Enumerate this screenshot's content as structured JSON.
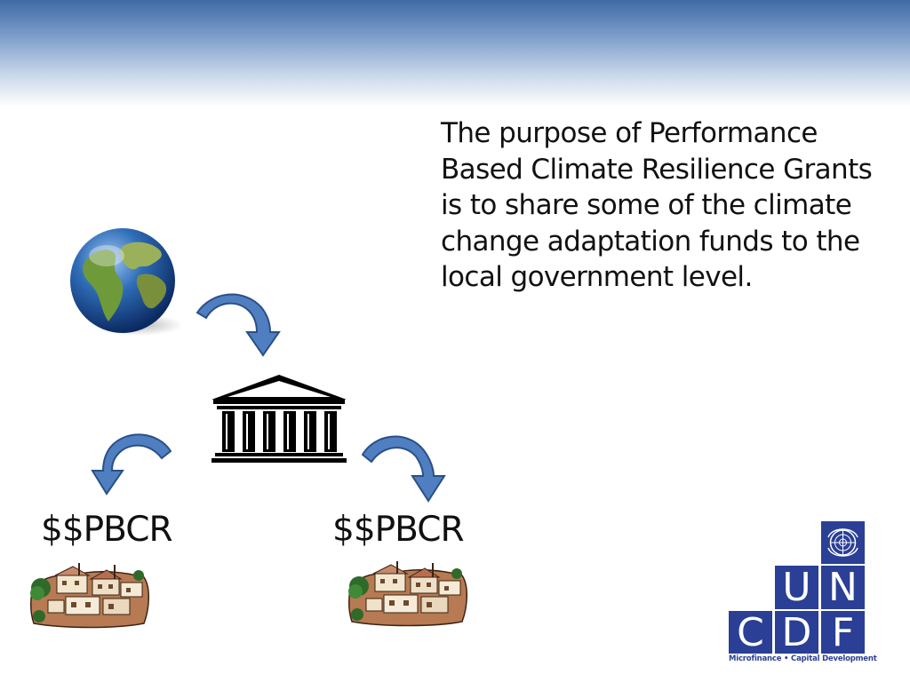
{
  "slide": {
    "text_lines": [
      "The purpose of Performance",
      "Based Climate Resilience Grants",
      "is to share some of the climate",
      "change adaptation funds to the",
      "local government level."
    ],
    "left_label": "$$PBCR",
    "right_label": "$$PBCR"
  },
  "logo": {
    "letters": [
      "U",
      "N",
      "C",
      "D",
      "F"
    ],
    "tagline": "Microfinance • Capital Development"
  },
  "icons": {
    "globe": "globe-icon",
    "government": "government-building-icon",
    "village": "village-icon",
    "arrow": "curved-arrow-icon",
    "emblem": "un-emblem-icon"
  },
  "colors": {
    "header_top": "#3e6aa6",
    "arrow_fill": "#4f7fc0",
    "arrow_stroke": "#2b4f87",
    "logo_blue": "#2a3f95"
  }
}
